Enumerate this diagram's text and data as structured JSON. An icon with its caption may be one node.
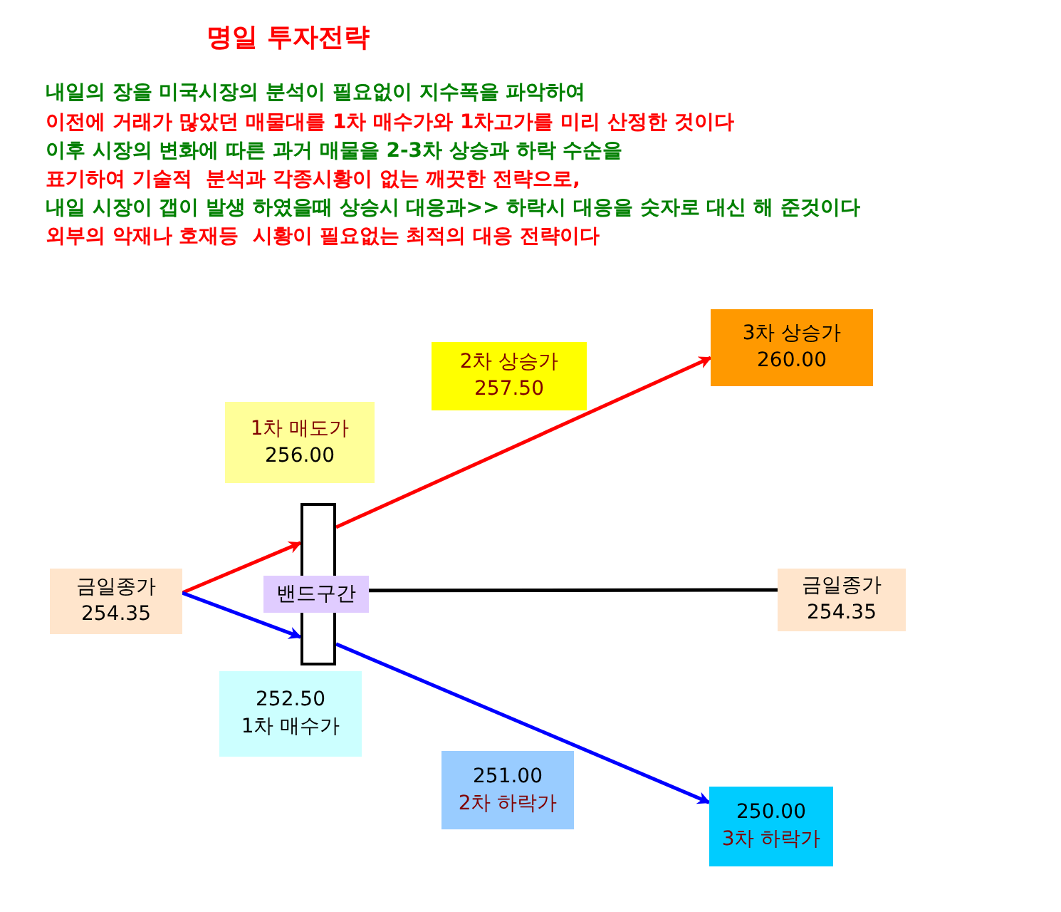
{
  "diagram": {
    "title": "명일 투자전략",
    "nodes": [
      {
        "text": [
          "금일종가",
          "254.35"
        ]
      },
      {
        "text": [
          "1차 매도가",
          "256.00"
        ]
      },
      {
        "text": [],
        "shape": "bar"
      },
      {
        "text": [
          "밴드구간"
        ]
      },
      {
        "text": [
          "252.50",
          "1차 매수가"
        ]
      },
      {
        "text": [
          "2차 상승가",
          "257.50"
        ]
      },
      {
        "text": [
          "3차 상승가",
          "260.00"
        ]
      },
      {
        "text": [
          "금일종가",
          "254.35"
        ]
      },
      {
        "text": [
          "251.00",
          "2차 하락가"
        ]
      },
      {
        "text": [
          "250.00",
          "3차 하락가"
        ]
      }
    ],
    "edges": [
      {
        "from": 0,
        "to": 2,
        "arrow": "to",
        "color": "#ff0000"
      },
      {
        "from": 0,
        "to": 2,
        "arrow": "to",
        "color": "#0000ff"
      },
      {
        "from": 2,
        "to": 6,
        "arrow": "to",
        "color": "#ff0000"
      },
      {
        "from": 2,
        "to": 9,
        "arrow": "to",
        "color": "#0000ff"
      },
      {
        "from": 3,
        "to": 7,
        "arrow": "none",
        "color": "#000000"
      }
    ],
    "labels": [
      "내일의 장을 미국시장의 분석이 필요없이 지수폭을 파악하여",
      "이전에 거래가 많았던 매물대를 1차 매수가와 1차고가를 미리 산정한 것이다",
      "이후 시장의 변화에 따른 과거 매물을 2-3차 상승과 하락 수순을",
      "표기하여 기술적  분석과 각종시황이 없는 깨끗한 전략으로,",
      "내일 시장이 갭이 발생 하였을때 상승시 대응과>> 하락시 대응을 숫자로 대신 해 준것이다",
      "외부의 악재나 호재등  시황이 필요없는 최적의 대응 전략이다"
    ]
  }
}
